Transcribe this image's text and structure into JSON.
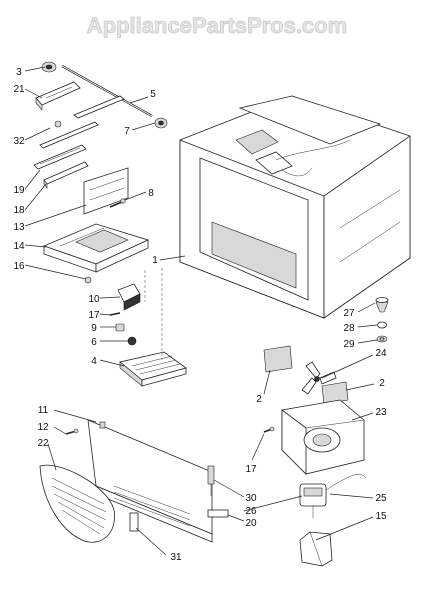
{
  "watermark": "AppliancePartsPros.com",
  "callouts": {
    "c3": "3",
    "c21": "21",
    "c5": "5",
    "c32": "32",
    "c7": "7",
    "c19": "19",
    "c18": "18",
    "c13": "13",
    "c8": "8",
    "c14": "14",
    "c1": "1",
    "c16": "16",
    "c10": "10",
    "c17a": "17",
    "c9": "9",
    "c6": "6",
    "c4": "4",
    "c27": "27",
    "c28": "28",
    "c29": "29",
    "c24": "24",
    "c2a": "2",
    "c2b": "2",
    "c23": "23",
    "c11": "11",
    "c12": "12",
    "c22": "22",
    "c17b": "17",
    "c30": "30",
    "c26": "26",
    "c25": "25",
    "c20": "20",
    "c15": "15",
    "c31": "31"
  }
}
